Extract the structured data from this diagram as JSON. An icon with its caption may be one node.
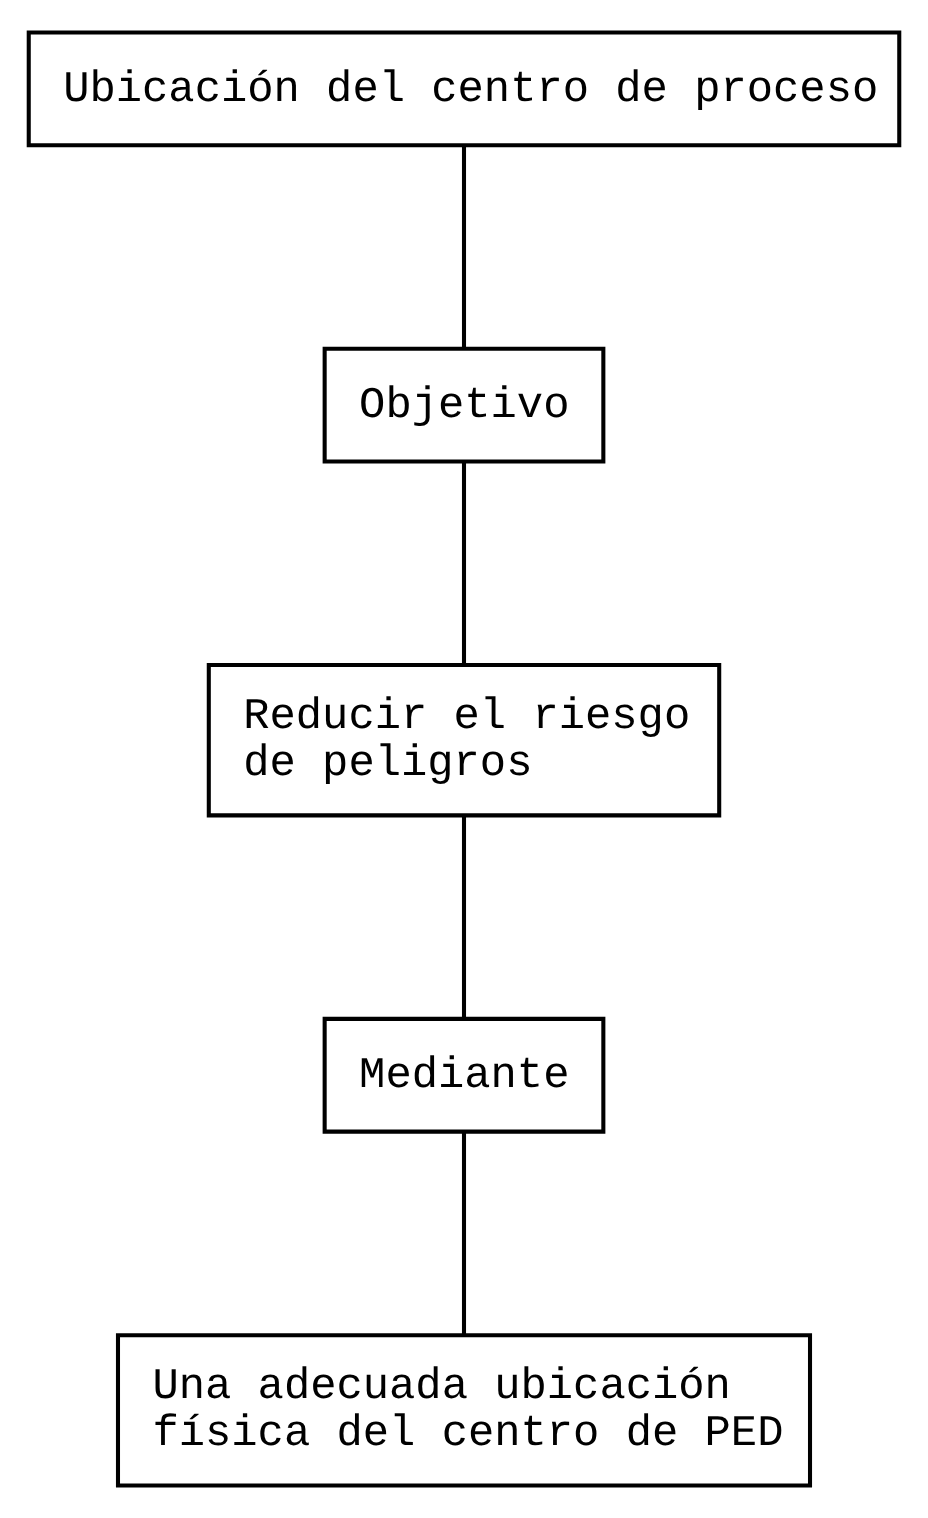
{
  "diagram": {
    "nodes": [
      {
        "text": [
          "Ubicación del centro de proceso"
        ]
      },
      {
        "text": [
          "Objetivo"
        ]
      },
      {
        "text": [
          "Reducir el riesgo de peligros"
        ]
      },
      {
        "text": [
          "Mediante"
        ]
      },
      {
        "text": [
          "Una adecuada ubicación física del centro de PED"
        ]
      }
    ],
    "edges": [
      {
        "from": 0,
        "to": 1,
        "arrow": "none"
      },
      {
        "from": 1,
        "to": 2,
        "arrow": "none"
      },
      {
        "from": 2,
        "to": 3,
        "arrow": "none"
      },
      {
        "from": 3,
        "to": 4,
        "arrow": "none"
      }
    ]
  }
}
